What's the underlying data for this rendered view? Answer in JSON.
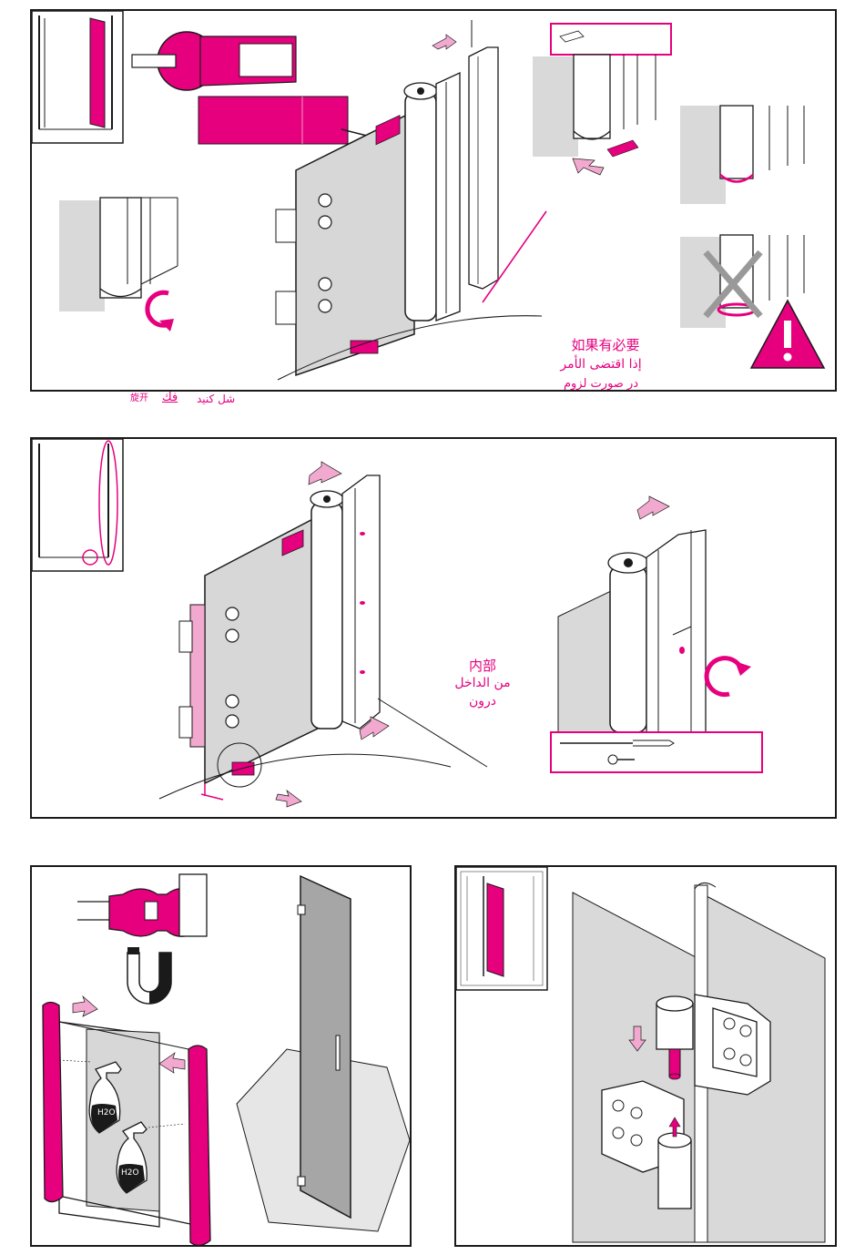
{
  "colors": {
    "accent": "#e6007e",
    "line": "#1a1a1a",
    "wall": "#d9d9d9",
    "glass": "#d7d7d7",
    "white": "#ffffff"
  },
  "panel1": {
    "label_cn": "如果有必要",
    "label_ar": "إذا اقتضى الأمر",
    "label_fa": "در صورت لزوم",
    "caption_cn": "旋开",
    "caption_ar": "فك",
    "caption_fa": "شل كنيد"
  },
  "panel2": {
    "label_cn": "内部",
    "label_ar": "من الداخل",
    "label_fa": "درون"
  },
  "panel3": {
    "h2o_a": "H2O",
    "h2o_b": "H2O"
  },
  "icons": [
    "arrow-icon",
    "rotate-icon",
    "warning-icon",
    "cross-icon",
    "magnet-icon",
    "spray-bottle-icon",
    "drill-bit-icon",
    "screw-icon"
  ]
}
